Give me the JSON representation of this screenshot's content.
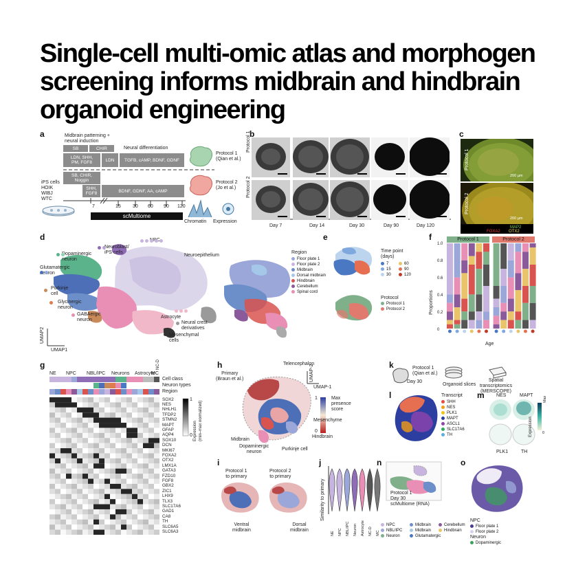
{
  "title": {
    "lines": [
      "Single-cell multi-omic atlas and morphogen",
      "screening informs midbrain and hindbrain",
      "organoid engineering"
    ]
  },
  "panels": {
    "a": "a",
    "b": "b",
    "c": "c",
    "d": "d",
    "e": "e",
    "f": "f",
    "g": "g",
    "h": "h",
    "i": "i",
    "j": "j",
    "k": "k",
    "l": "l",
    "m": "m",
    "n": "n",
    "o": "o"
  },
  "a": {
    "header": "Midbrain patterning +\nneural induction",
    "box_sb": "SB",
    "box_chir": "CHIR",
    "neural_diff": "Neural differentiation",
    "box_ldn_shh": "LDN, SHH,\nPM, FGF8",
    "box_ldn": "LDN",
    "box_tgfb": "TGFB, cAMP, BDNF, GDNF",
    "protocol1": "Protocol 1\n(Qian et al.)",
    "box_sb_chir": "SB, CHIR,\nNoggin",
    "lines": "iPS cells\nHOIK\nWIBJ\nWTC",
    "box_shh": "SHH,\nFGF8",
    "box_bdnf": "BDNF, GDNF, AA, cAMP",
    "protocol2": "Protocol 2\n(Jo et al.)",
    "ticks": [
      "7",
      "15",
      "30",
      "60",
      "90",
      "120"
    ],
    "bar": "scMultiome",
    "chromatin": "Chromatin",
    "expression": "Expression"
  },
  "b": {
    "row1": "Protocol 1",
    "row2": "Protocol 2",
    "days": [
      "Day 7",
      "Day 14",
      "Day 30",
      "Day 90",
      "Day 120"
    ]
  },
  "c": {
    "row1": "Protocol 1",
    "row2": "Protocol 2",
    "scale": "200 µm",
    "legend_line1": "MAP2",
    "legend_line2a": "FOXA2",
    "legend_line2b": "OTX2"
  },
  "d": {
    "npc": "NPC",
    "neuroblast": "Neuroblast/\niPS cells",
    "dopaminergic": "Dopaminergic\nneuron",
    "neuroepithelium": "Neuroepithelium",
    "glutamatergic": "Glutamatergic\nneuron",
    "purkinje": "Purkinje\ncell",
    "glycinergic": "Glycinergic\nneuron",
    "gabaergic": "GABAergic\nneuron",
    "astrocyte": "Astrocyte",
    "neural_crest": "Neural crest\nderivatives",
    "mesenchymal": "Mesenchymal\ncells",
    "umap1": "UMAP1",
    "umap2": "UMAP2",
    "region_title": "Region",
    "regions": [
      {
        "label": "Floor plate 1",
        "color": "#9aa7d8"
      },
      {
        "label": "Floor plate 2",
        "color": "#c7b5e0"
      },
      {
        "label": "Midbrain",
        "color": "#6d8fc9"
      },
      {
        "label": "Dorsal midbrain",
        "color": "#a5c7e8"
      },
      {
        "label": "Hindbrain",
        "color": "#d9534f"
      },
      {
        "label": "Cerebellum",
        "color": "#8b5a9a"
      },
      {
        "label": "Spinal cord",
        "color": "#e98fb5"
      }
    ]
  },
  "e": {
    "time_title": "Time point\n(days)",
    "times": [
      {
        "label": "7",
        "color": "#4a78c2"
      },
      {
        "label": "60",
        "color": "#e9c46a"
      },
      {
        "label": "15",
        "color": "#7fa8de"
      },
      {
        "label": "90",
        "color": "#e76f51"
      },
      {
        "label": "30",
        "color": "#bcd4ee"
      },
      {
        "label": "120",
        "color": "#c0392b"
      }
    ],
    "protocol_title": "Protocol",
    "protocols": [
      {
        "label": "Protocol 1",
        "color": "#7fb08a"
      },
      {
        "label": "Protocol 2",
        "color": "#e07a6f"
      }
    ]
  },
  "f": {
    "protocol1": "Protocol 1",
    "protocol2": "Protocol 2",
    "ylabel": "Proportions",
    "xlabel": "Age",
    "yticks": [
      "1.0",
      "0.8",
      "0.6",
      "0.4",
      "0.2",
      "0"
    ]
  },
  "g": {
    "headers": [
      "NE",
      "NPC",
      "NBL/IPC",
      "Neurons",
      "Astrocyte",
      "MC",
      "NC-D"
    ],
    "cell_class": "Cell class",
    "neuron_types": "Neuron types",
    "region": "Region",
    "genes": [
      "SOX2",
      "NES",
      "NHLH1",
      "TFDP2",
      "STMN2",
      "MAPT",
      "GFAP",
      "AQP4",
      "SOX10",
      "DCN",
      "MKI67",
      "FOXA2",
      "OTX2",
      "LMX1A",
      "GATA3",
      "FZD10",
      "FGF8",
      "GBX2",
      "ZIC1",
      "LHX9",
      "TLX3",
      "SLC17A6",
      "GAD1",
      "CA8",
      "TH",
      "SLC6A5",
      "SLC6A3"
    ],
    "colorbar_label": "Expression\n(min–max normalized)",
    "colorbar_max": "1",
    "colorbar_min": "0"
  },
  "h": {
    "primary": "Primary\n(Braun et al.)",
    "telencephalon": "Telencephalon",
    "umap2": "UMAP-2",
    "umap1": "UMAP-1",
    "max_presence": "Max\npresence\nscore",
    "mesenchyme": "Mesenchyme",
    "hindbrain": "Hindbrain",
    "midbrain": "Midbrain",
    "dopaminergic": "Dopaminergic\nneuron",
    "purkinje": "Purkinje cell",
    "cb_max": "1",
    "cb_min": "0"
  },
  "i": {
    "protocol1": "Protocol 1\nto primary",
    "protocol2": "Protocol 2\nto primary",
    "ventral": "Ventral\nmidbrain",
    "dorsal": "Dorsal\nmidbrain"
  },
  "j": {
    "ylabel": "Similarity to primary",
    "cats": [
      "NE",
      "NPC",
      "NBL/IPC",
      "Neuron",
      "Astrocyte",
      "NC-D",
      "MC"
    ]
  },
  "k": {
    "protocol": "Protocol 1\n(Qian et al.)",
    "day": "Day 30",
    "slices": "Organoid slices",
    "spatial": "Spatial\ntranscriptomics\n(MERSCOPE)"
  },
  "l": {
    "title": "Transcript",
    "transcripts": [
      {
        "label": "SHH",
        "color": "#e74c3c"
      },
      {
        "label": "NES",
        "color": "#f39c12"
      },
      {
        "label": "PLK1",
        "color": "#f1c40f"
      },
      {
        "label": "MAPT",
        "color": "#2c3e9f"
      },
      {
        "label": "ASCL1",
        "color": "#8e44ad"
      },
      {
        "label": "SLC17A6",
        "color": "#27ae60"
      },
      {
        "label": "TH",
        "color": "#5dade2"
      }
    ]
  },
  "m": {
    "genes": [
      "NES",
      "MAPT",
      "PLK1",
      "TH"
    ],
    "cb_label": "Expression",
    "cb_max": "Max",
    "cb_min": "0"
  },
  "n": {
    "caption": "Protocol 1\nDay 30\nscMultiome (RNA)",
    "legend": [
      {
        "label": "NPC",
        "color": "#c7b5e0"
      },
      {
        "label": "Midbrain",
        "color": "#6d8fc9"
      },
      {
        "label": "Cerebellum",
        "color": "#8b5a9a"
      },
      {
        "label": "NBL/IPC",
        "color": "#9aa7d8"
      },
      {
        "label": "Midbrain",
        "color": "#a5c7e8"
      },
      {
        "label": "Hindbrain",
        "color": "#e9c46a"
      },
      {
        "label": "Neuron",
        "color": "#7fb08a"
      },
      {
        "label": "Glutamatergic",
        "color": "#4a78c2"
      }
    ]
  },
  "o": {
    "npc": "NPC",
    "legend": [
      {
        "label": "Floor plate 1",
        "color": "#4b3a8f"
      },
      {
        "label": "Floor plate 2",
        "color": "#d8d0ec"
      }
    ],
    "neuron": "Neuron",
    "dopaminergic": "Dopaminergic",
    "dop_color": "#3aa35a"
  }
}
